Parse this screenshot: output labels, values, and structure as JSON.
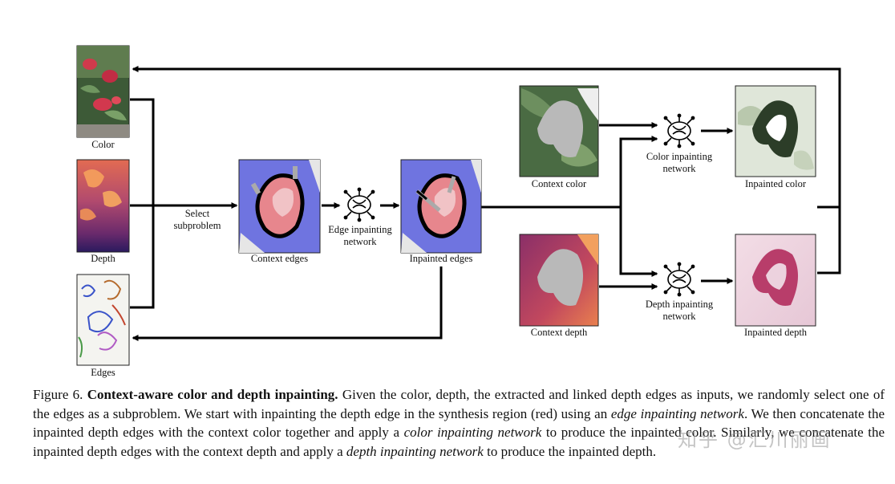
{
  "figure": {
    "inputs": {
      "color_label": "Color",
      "depth_label": "Depth",
      "edges_label": "Edges"
    },
    "select_label_line1": "Select",
    "select_label_line2": "subproblem",
    "context_edges_label": "Context edges",
    "edge_net_label_line1": "Edge inpainting",
    "edge_net_label_line2": "network",
    "inpainted_edges_label": "Inpainted edges",
    "context_color_label": "Context color",
    "color_net_label_line1": "Color inpainting",
    "color_net_label_line2": "network",
    "inpainted_color_label": "Inpainted color",
    "context_depth_label": "Context depth",
    "depth_net_label_line1": "Depth inpainting",
    "depth_net_label_line2": "network",
    "inpainted_depth_label": "Inpainted depth"
  },
  "caption": {
    "fig_number": "Figure 6.",
    "title": "Context-aware color and depth inpainting.",
    "text1": "Given the color, depth, the extracted and linked depth edges as inputs, we randomly select one of the edges as a subproblem.  We start with inpainting the depth edge in the synthesis region (red) using an ",
    "term1": "edge inpainting network",
    "text2": ".  We then concatenate the inpainted depth edges with the context color together and apply a ",
    "term2": "color inpainting network",
    "text3": " to produce the inpainted color.  Similarly, we concatenate the inpainted depth edges with the context depth and apply a ",
    "term3": "depth inpainting network",
    "text4": " to produce the inpainted depth."
  },
  "watermark": "知乎 @汇川丽画",
  "colors": {
    "arrow": "#000000",
    "context_blue": "#6f74e0",
    "synthesis_red": "#e7868d",
    "depth_purple": "#7a2f6a",
    "depth_orange": "#e9814e",
    "leaf_green": "#4a6b43",
    "mask_gray": "#b9b9b9"
  }
}
